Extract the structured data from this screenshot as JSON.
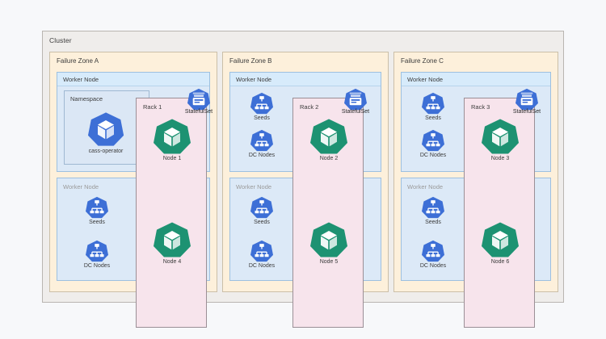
{
  "diagram": {
    "title": "Cluster",
    "cluster_label": "Cluster",
    "colors": {
      "cluster_bg": "#efedeb",
      "zone_bg": "#fdf0db",
      "worker_bg": "#dce9f7",
      "worker_header_bg": "#d7ebfb",
      "namespace_bg": "#dbe7f5",
      "rack_bg": "#f7e4ec",
      "pod_blue": "#3d6fd6",
      "pod_green": "#1d9272",
      "page_bg": "#f7f8fa"
    },
    "zones": [
      {
        "label": "Failure Zone A",
        "rack": {
          "label": "Rack 1",
          "statefulset_label": "StatefulSet",
          "statefulset_icon": "statefulset-icon"
        },
        "top_worker": {
          "label": "Worker Node",
          "namespace": {
            "label": "Namespace",
            "pods": [
              {
                "label": "cass-operator",
                "icon": "pod-icon",
                "color": "blue"
              }
            ]
          },
          "services": [],
          "node": {
            "label": "Node 1",
            "icon": "pod-icon",
            "color": "green"
          }
        },
        "bottom_worker": {
          "label": "Worker Node",
          "services": [
            {
              "label": "Seeds",
              "icon": "service-icon"
            },
            {
              "label": "DC Nodes",
              "icon": "service-icon"
            }
          ],
          "node": {
            "label": "Node 4",
            "icon": "pod-icon",
            "color": "green"
          }
        }
      },
      {
        "label": "Failure Zone B",
        "rack": {
          "label": "Rack 2",
          "statefulset_label": "StatefulSet",
          "statefulset_icon": "statefulset-icon"
        },
        "top_worker": {
          "label": "Worker Node",
          "services": [
            {
              "label": "Seeds",
              "icon": "service-icon"
            },
            {
              "label": "DC Nodes",
              "icon": "service-icon"
            }
          ],
          "node": {
            "label": "Node 2",
            "icon": "pod-icon",
            "color": "green"
          }
        },
        "bottom_worker": {
          "label": "Worker Node",
          "services": [
            {
              "label": "Seeds",
              "icon": "service-icon"
            },
            {
              "label": "DC Nodes",
              "icon": "service-icon"
            }
          ],
          "node": {
            "label": "Node 5",
            "icon": "pod-icon",
            "color": "green"
          }
        }
      },
      {
        "label": "Failure Zone C",
        "rack": {
          "label": "Rack 3",
          "statefulset_label": "StatefulSet",
          "statefulset_icon": "statefulset-icon"
        },
        "top_worker": {
          "label": "Worker Node",
          "services": [
            {
              "label": "Seeds",
              "icon": "service-icon"
            },
            {
              "label": "DC Nodes",
              "icon": "service-icon"
            }
          ],
          "node": {
            "label": "Node 3",
            "icon": "pod-icon",
            "color": "green"
          }
        },
        "bottom_worker": {
          "label": "Worker Node",
          "services": [
            {
              "label": "Seeds",
              "icon": "service-icon"
            },
            {
              "label": "DC Nodes",
              "icon": "service-icon"
            }
          ],
          "node": {
            "label": "Node 6",
            "icon": "pod-icon",
            "color": "green"
          }
        }
      }
    ]
  }
}
